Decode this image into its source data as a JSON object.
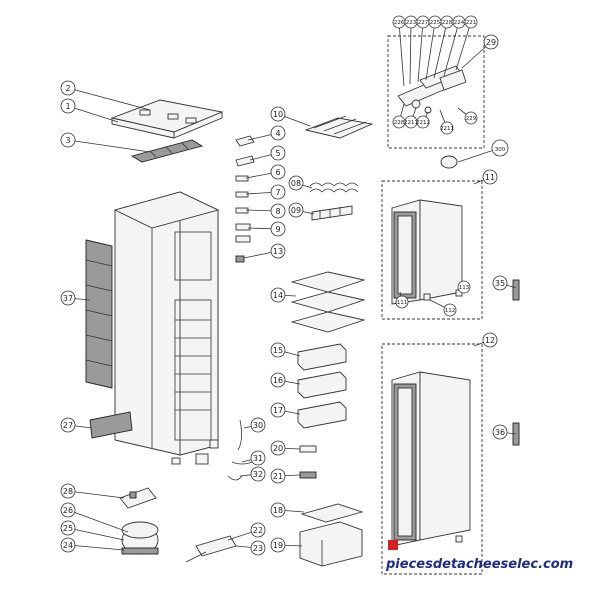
{
  "diagram": {
    "callouts": [
      {
        "label": "2"
      },
      {
        "label": "1"
      },
      {
        "label": "3"
      },
      {
        "label": "37"
      },
      {
        "label": "27"
      },
      {
        "label": "28"
      },
      {
        "label": "26"
      },
      {
        "label": "25"
      },
      {
        "label": "24"
      },
      {
        "label": "10"
      },
      {
        "label": "4"
      },
      {
        "label": "5"
      },
      {
        "label": "6"
      },
      {
        "label": "7"
      },
      {
        "label": "8"
      },
      {
        "label": "9"
      },
      {
        "label": "13"
      },
      {
        "label": "08"
      },
      {
        "label": "09"
      },
      {
        "label": "14"
      },
      {
        "label": "15"
      },
      {
        "label": "16"
      },
      {
        "label": "17"
      },
      {
        "label": "30"
      },
      {
        "label": "20"
      },
      {
        "label": "31"
      },
      {
        "label": "32"
      },
      {
        "label": "21"
      },
      {
        "label": "18"
      },
      {
        "label": "19"
      },
      {
        "label": "22"
      },
      {
        "label": "23"
      },
      {
        "label": "29"
      },
      {
        "label": "300"
      },
      {
        "label": "11"
      },
      {
        "label": "12"
      },
      {
        "label": "35"
      },
      {
        "label": "36"
      },
      {
        "label": "113"
      },
      {
        "label": "112"
      },
      {
        "label": "111"
      },
      {
        "label": "226"
      },
      {
        "label": "223"
      },
      {
        "label": "227"
      },
      {
        "label": "225"
      },
      {
        "label": "228"
      },
      {
        "label": "224"
      },
      {
        "label": "221"
      },
      {
        "label": "228"
      },
      {
        "label": "2217"
      },
      {
        "label": "2212"
      },
      {
        "label": "2211"
      },
      {
        "label": "229"
      }
    ],
    "watermark": "piecesdetacheeselec.com",
    "colors": {
      "line": "#333333",
      "watermark": "#1f2b8c",
      "logo": "#d62020"
    }
  }
}
